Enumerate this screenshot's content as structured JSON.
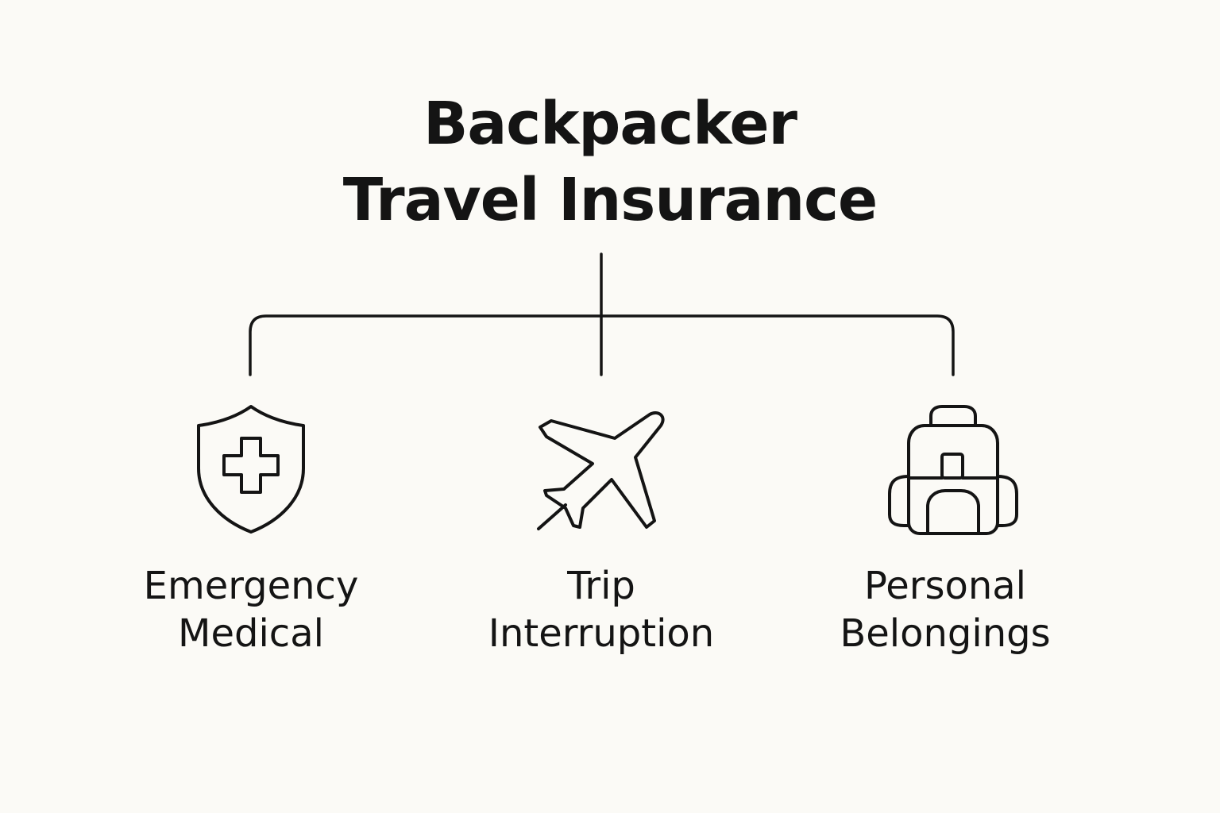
{
  "title": {
    "line1": "Backpacker",
    "line2": "Travel Insurance"
  },
  "branches": [
    {
      "icon": "medical-shield-icon",
      "line1": "Emergency",
      "line2": "Medical"
    },
    {
      "icon": "airplane-icon",
      "line1": "Trip",
      "line2": "Interruption"
    },
    {
      "icon": "backpack-icon",
      "line1": "Personal",
      "line2": "Belongings"
    }
  ],
  "colors": {
    "background": "#fbfaf6",
    "ink": "#141414"
  }
}
